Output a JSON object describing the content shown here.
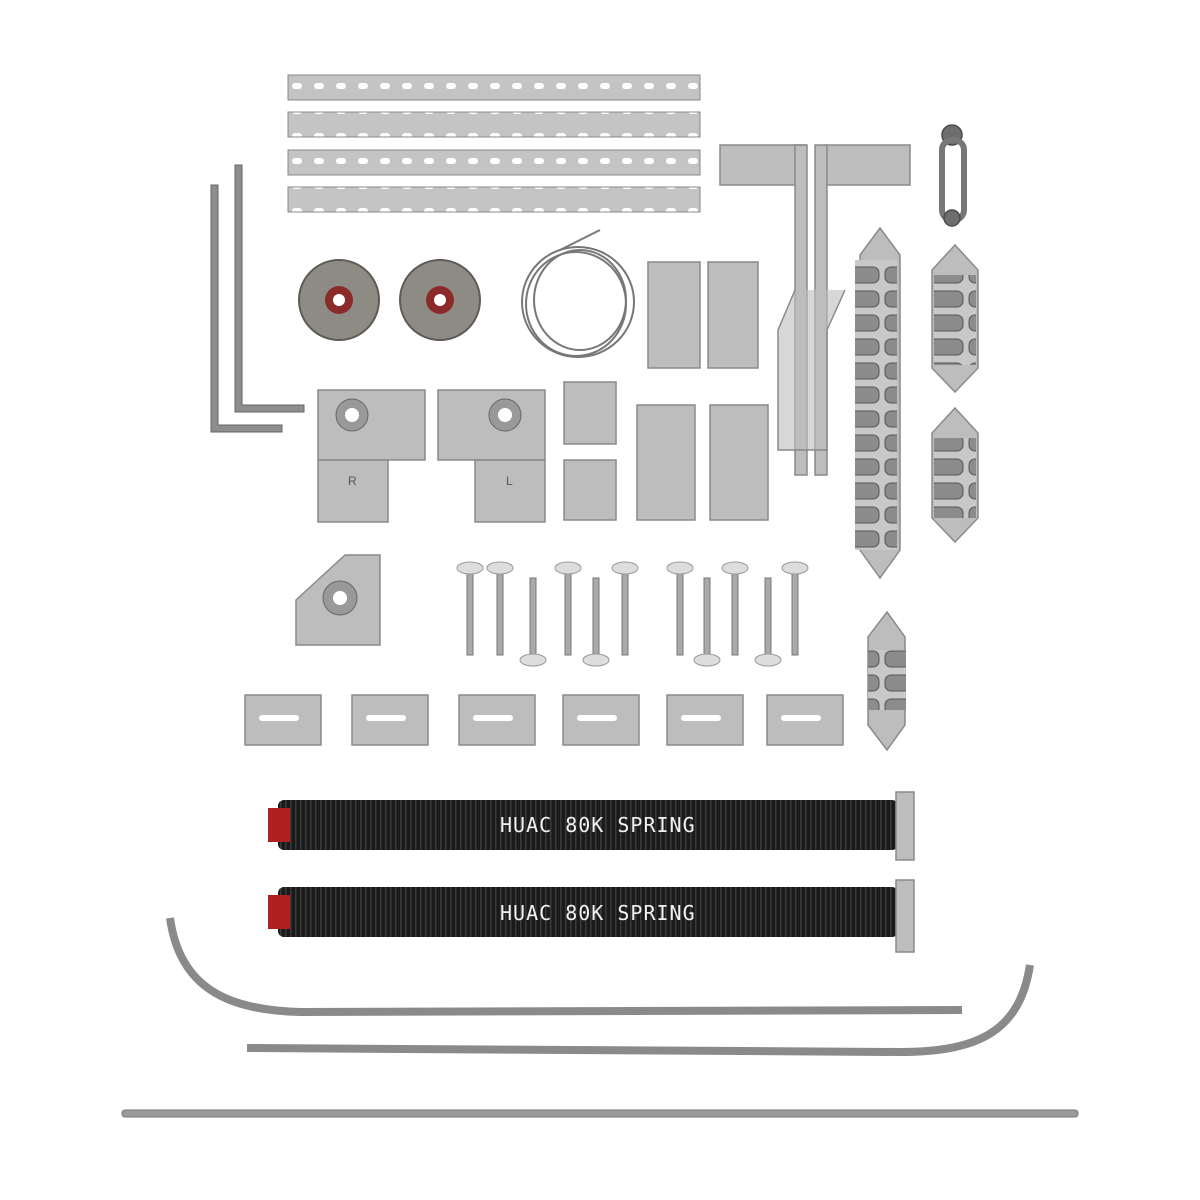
{
  "product": {
    "springs": [
      {
        "label": "HUAC 80K SPRING"
      },
      {
        "label": "HUAC 80K SPRING"
      }
    ],
    "end_bearing_plates": [
      {
        "label": "R"
      },
      {
        "label": "L"
      }
    ]
  },
  "colors": {
    "background": "#ffffff",
    "metal": "#bdbdbd",
    "spring": "#1c1c1c",
    "spring_cone": "#b02020"
  }
}
